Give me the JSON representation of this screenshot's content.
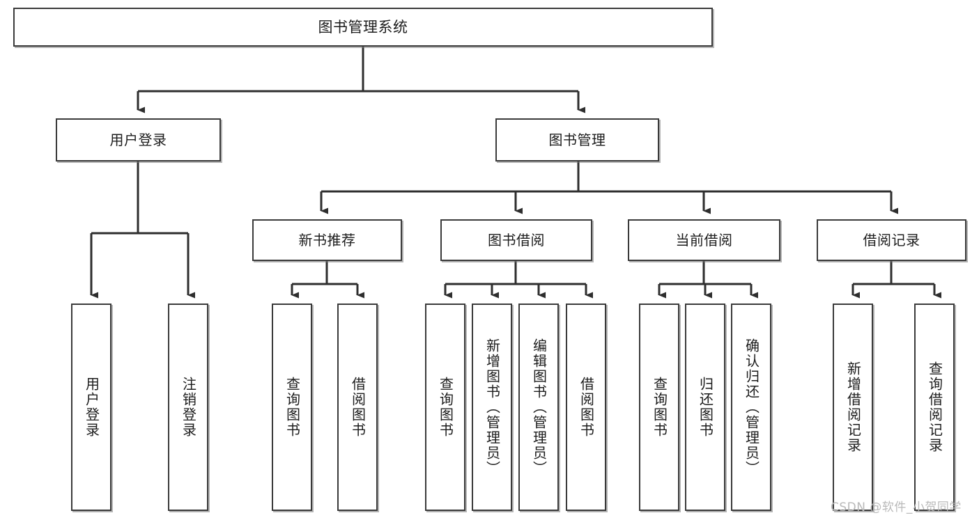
{
  "diagram": {
    "type": "tree",
    "title": "图书管理系统",
    "colors": {
      "box_border": "#3a3a3a",
      "box_fill": "#ffffff",
      "connector": "#2e2e2e",
      "text": "#1c1c1c",
      "watermark": "#b9b9b9"
    },
    "nodes": {
      "root": {
        "label": "图书管理系统"
      },
      "level2": [
        {
          "label": "用户登录"
        },
        {
          "label": "图书管理"
        }
      ],
      "level3": [
        {
          "label": "新书推荐"
        },
        {
          "label": "图书借阅"
        },
        {
          "label": "当前借阅"
        },
        {
          "label": "借阅记录"
        }
      ],
      "leaves": {
        "user_login": [
          {
            "label": "用户登录"
          },
          {
            "label": "注销登录"
          }
        ],
        "new_book_recommend": [
          {
            "label": "查询图书"
          },
          {
            "label": "借阅图书"
          }
        ],
        "book_borrow": [
          {
            "label": "查询图书"
          },
          {
            "label": "新增图书（管理员）"
          },
          {
            "label": "编辑图书（管理员）"
          },
          {
            "label": "借阅图书"
          }
        ],
        "current_borrow": [
          {
            "label": "查询图书"
          },
          {
            "label": "归还图书"
          },
          {
            "label": "确认归还（管理员）"
          }
        ],
        "borrow_record": [
          {
            "label": "新增借阅记录"
          },
          {
            "label": "查询借阅记录"
          }
        ]
      }
    },
    "watermark": {
      "text": "CSDN @软件_小贺同学"
    }
  }
}
